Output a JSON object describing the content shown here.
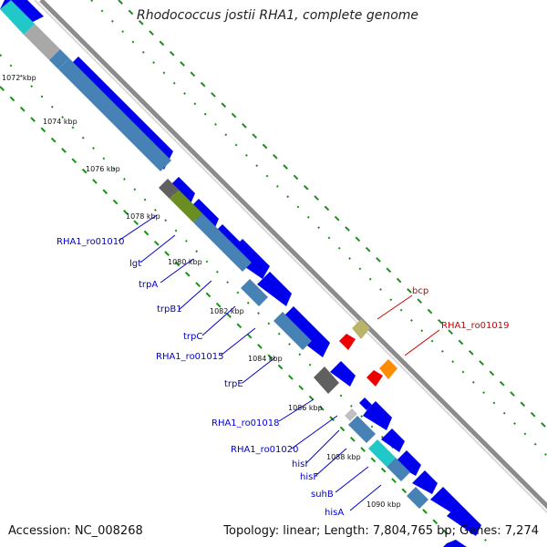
{
  "title": "Rhodococcus jostii RHA1, complete genome",
  "footer": {
    "accession": "Accession: NC_008268",
    "topology": "Topology: linear; Length: 7,804,765 bp; Genes: 7,274"
  },
  "ticks": [
    "1072 kbp",
    "1074 kbp",
    "1076 kbp",
    "1078 kbp",
    "1080 kbp",
    "1082 kbp",
    "1084 kbp",
    "1086 kbp",
    "1088 kbp",
    "1090 kbp"
  ],
  "gene_labels": [
    {
      "text": "RHA1_ro01010",
      "color": "#0000cc"
    },
    {
      "text": "lgt",
      "color": "#0000cc"
    },
    {
      "text": "trpA",
      "color": "#0000cc"
    },
    {
      "text": "trpB1",
      "color": "#0000cc"
    },
    {
      "text": "trpC",
      "color": "#0000cc"
    },
    {
      "text": "RHA1_ro01015",
      "color": "#0000cc"
    },
    {
      "text": "trpE",
      "color": "#0000cc"
    },
    {
      "text": "RHA1_ro01018",
      "color": "#0000cc"
    },
    {
      "text": "RHA1_ro01020",
      "color": "#0000cc"
    },
    {
      "text": "hisI",
      "color": "#0000cc"
    },
    {
      "text": "hisF",
      "color": "#0000cc"
    },
    {
      "text": "suhB",
      "color": "#0000cc"
    },
    {
      "text": "hisA",
      "color": "#0000cc"
    },
    {
      "text": "bcp",
      "color": "#cc0000"
    },
    {
      "text": "RHA1_ro01019",
      "color": "#cc0000"
    }
  ],
  "colors": {
    "cds_forward": "#0000ee",
    "cds_reverse": "#4682b4",
    "backbone": "#8c8c8c",
    "dotted_guides": "#1a8f1a",
    "highlight_red": "#ee0000",
    "highlight_orange": "#ff8c00"
  }
}
